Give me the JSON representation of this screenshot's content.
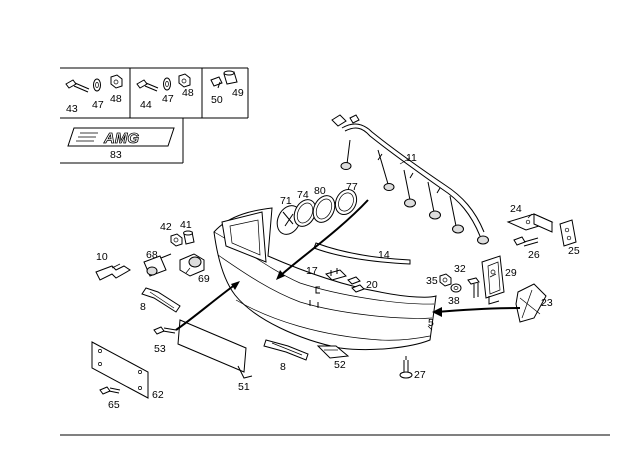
{
  "callouts": {
    "n43": "43",
    "n47a": "47",
    "n48a": "48",
    "n44": "44",
    "n47b": "47",
    "n48b": "48",
    "n50": "50",
    "n49": "49",
    "n83": "83",
    "amg": "AMG",
    "n11": "11",
    "n71": "71",
    "n74": "74",
    "n80": "80",
    "n77": "77",
    "n42": "42",
    "n41": "41",
    "n10": "10",
    "n68": "68",
    "n69": "69",
    "n8a": "8",
    "n8b": "8",
    "n53": "53",
    "n14": "14",
    "n17": "17",
    "n20": "20",
    "n35": "35",
    "n32": "32",
    "n29": "29",
    "n38": "38",
    "n24": "24",
    "n26": "26",
    "n25": "25",
    "n23": "23",
    "n5": "5",
    "n27": "27",
    "n51": "51",
    "n52": "52",
    "n62": "62",
    "n65": "65"
  }
}
